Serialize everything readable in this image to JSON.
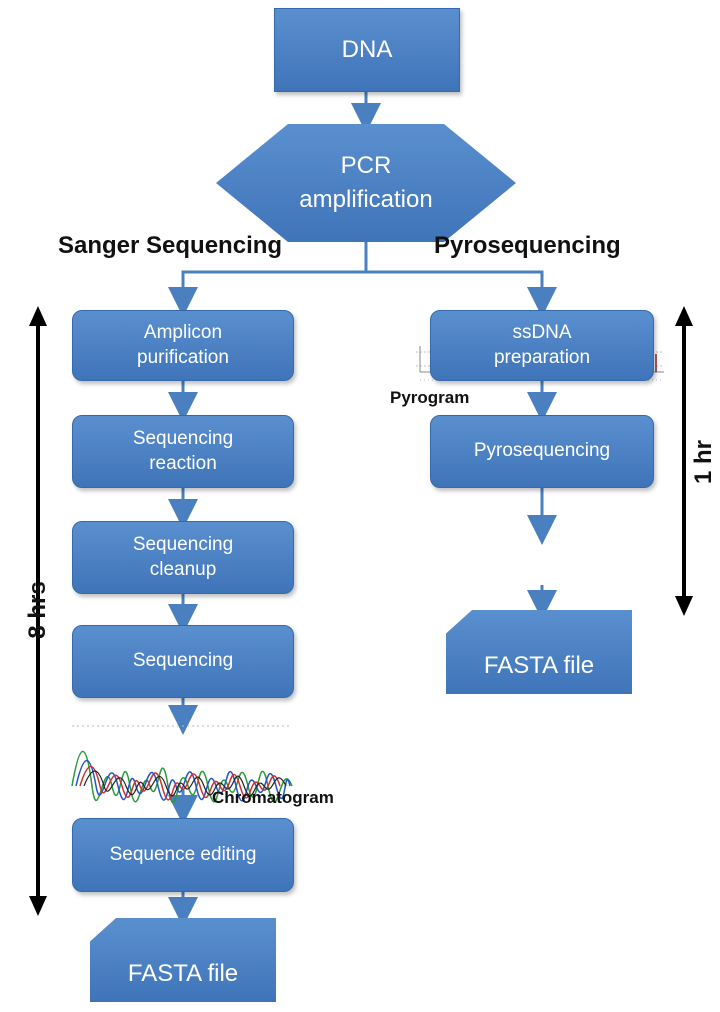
{
  "nodes": {
    "dna": "DNA",
    "pcr": "PCR\namplification",
    "amplicon_purification": "Amplicon\npurification",
    "sequencing_reaction": "Sequencing\nreaction",
    "sequencing_cleanup": "Sequencing\ncleanup",
    "sequencing": "Sequencing",
    "sequence_editing": "Sequence editing",
    "fasta_left": "FASTA file",
    "ssdna_preparation": "ssDNA\npreparation",
    "pyrosequencing_step": "Pyrosequencing",
    "fasta_right": "FASTA file"
  },
  "titles": {
    "sanger": "Sanger Sequencing",
    "pyro": "Pyrosequencing"
  },
  "labels": {
    "chromatogram": "Chromatogram",
    "pyrogram": "Pyrogram"
  },
  "durations": {
    "sanger": "8 hrs",
    "pyro": "1 hr"
  },
  "colors": {
    "box": "#4a80c4",
    "arrow": "#4a7fc0",
    "text_dark": "#111111"
  }
}
